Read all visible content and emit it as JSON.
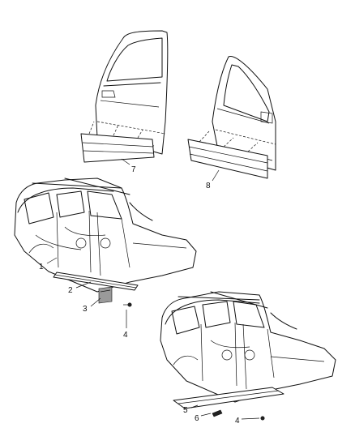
{
  "callouts": {
    "c1": "1",
    "c2": "2",
    "c3": "3",
    "c4a": "4",
    "c5": "5",
    "c6": "6",
    "c4b": "4",
    "c7": "7",
    "c8": "8"
  }
}
